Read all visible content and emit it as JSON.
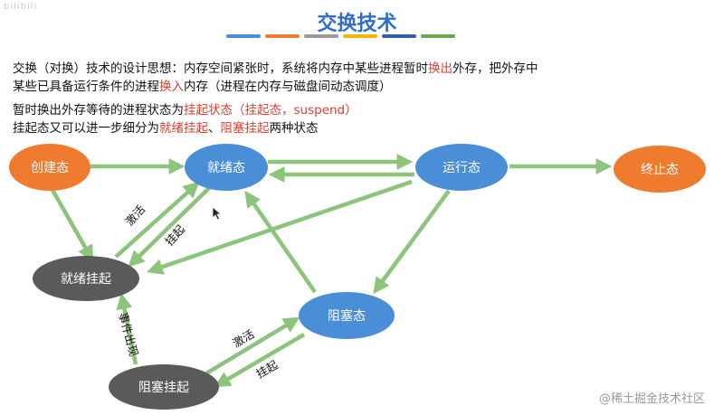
{
  "slide": {
    "logo_text": "bilibili",
    "title": "交换技术",
    "title_colors": [
      "#4a8ed8",
      "#ef7b2e",
      "#9a9a9a",
      "#f2b600",
      "#2e5fa8",
      "#6aa84f"
    ]
  },
  "text": {
    "line1_a": "交换（对换）技术的设计思想：内存空间紧张时，系统将内存中某些进程暂时",
    "line1_hl": "换出",
    "line1_b": "外存，把外存中",
    "line2_a": "某些已具备运行条件的进程",
    "line2_hl": "换入",
    "line2_b": "内存（进程在内存与磁盘间动态调度）",
    "line3_a": "暂时换出外存等待的进程状态为",
    "line3_hl": "挂起状态（挂起态，suspend）",
    "line4_a": "挂起态又可以进一步细分为",
    "line4_hl1": "就绪挂起",
    "line4_mid": "、",
    "line4_hl2": "阻塞挂起",
    "line4_b": "两种状态"
  },
  "diagram": {
    "nodes": {
      "create": "创建态",
      "ready": "就绪态",
      "running": "运行态",
      "terminate": "终止态",
      "ready_suspend": "就绪挂起",
      "blocked": "阻塞态",
      "blocked_suspend": "阻塞挂起"
    },
    "edge_labels": {
      "activate_upper": "激活",
      "suspend_upper": "挂起",
      "event_occurs": "事件出现",
      "activate_lower": "激活",
      "suspend_lower": "挂起"
    },
    "colors": {
      "node_orange": "#ef7b2e",
      "node_blue": "#4a8ed8",
      "node_gray": "#5a5a5a",
      "arrow_green": "#8bc47a",
      "highlight_red": "#e03b2e",
      "title_blue": "#2e6ec6"
    }
  },
  "watermark": "@稀土掘金技术社区"
}
